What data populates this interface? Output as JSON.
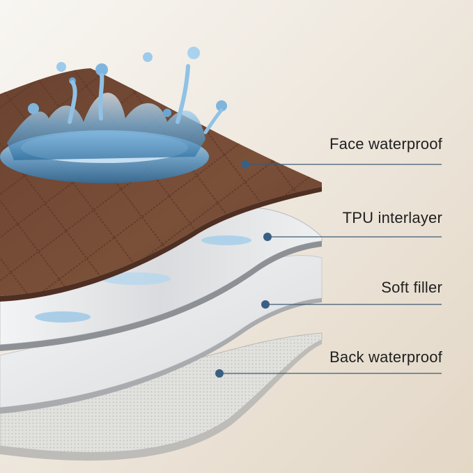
{
  "layers": [
    {
      "id": "face",
      "label": "Face waterproof"
    },
    {
      "id": "tpu",
      "label": "TPU interlayer"
    },
    {
      "id": "filler",
      "label": "Soft filler"
    },
    {
      "id": "back",
      "label": "Back waterproof"
    }
  ],
  "colors": {
    "background_top": "#f6f4f0",
    "background_bottom": "#e6dccd",
    "face_layer": "#7a4e39",
    "tpu_layer": "#e8e9eb",
    "filler_layer": "#eceef0",
    "back_layer": "#dcdcd9",
    "water": "#8ec3e6",
    "leader": "#3f5a72"
  }
}
